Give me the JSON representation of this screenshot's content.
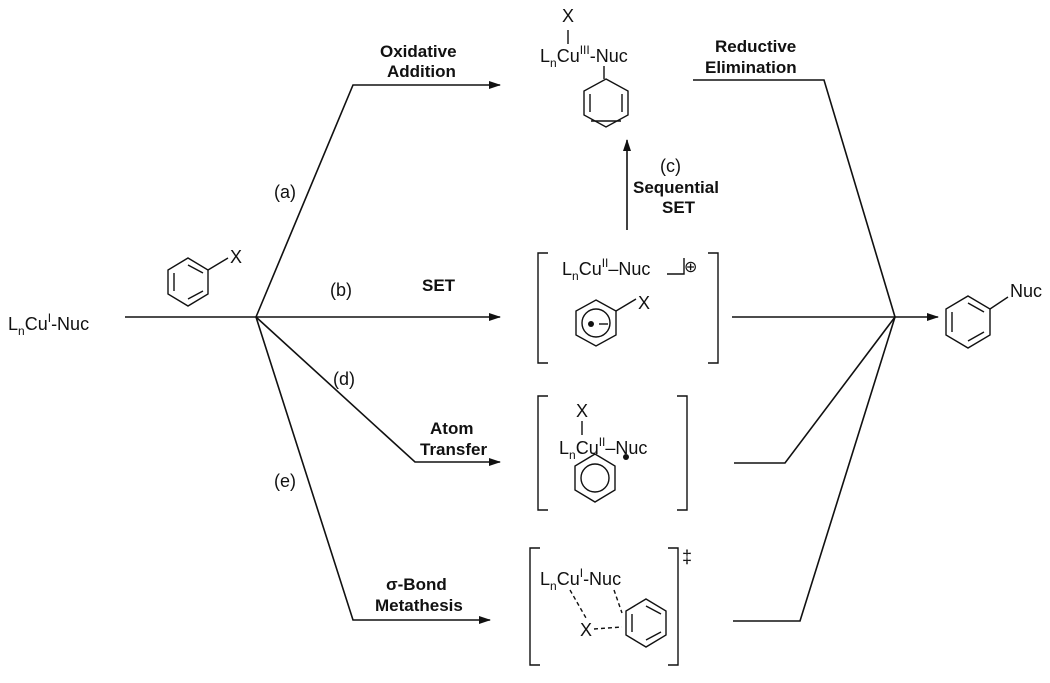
{
  "reactant": {
    "base": "L",
    "sub": "n",
    "metal": "Cu",
    "ox": "I",
    "rest": "-Nuc"
  },
  "aryl_halide_substituent": "X",
  "product_substituent": "Nuc",
  "paths": {
    "a": {
      "letter": "(a)",
      "title_line1": "Oxidative",
      "title_line2": "Addition"
    },
    "b": {
      "letter": "(b)",
      "title": "SET"
    },
    "c": {
      "letter": "(c)",
      "title_line1": "Sequential",
      "title_line2": "SET"
    },
    "d": {
      "letter": "(d)",
      "title_line1": "Atom",
      "title_line2": "Transfer"
    },
    "e": {
      "letter": "(e)",
      "title_line1": "σ-Bond",
      "title_line2": "Metathesis"
    }
  },
  "reductive_elimination": {
    "line1": "Reductive",
    "line2": "Elimination"
  },
  "intermediates": {
    "cu3": {
      "x": "X",
      "metal": "Cu",
      "ox": "III",
      "rest": "-Nuc"
    },
    "set": {
      "metal": "Cu",
      "ox": "II",
      "rest": "–Nuc",
      "charge": "⊕",
      "x": "X"
    },
    "atom": {
      "x": "X",
      "metal": "Cu",
      "ox": "II",
      "rest": "–Nuc"
    },
    "ts": {
      "metal": "Cu",
      "ox": "I",
      "rest": "-Nuc",
      "x": "X",
      "dagger": "‡"
    }
  }
}
